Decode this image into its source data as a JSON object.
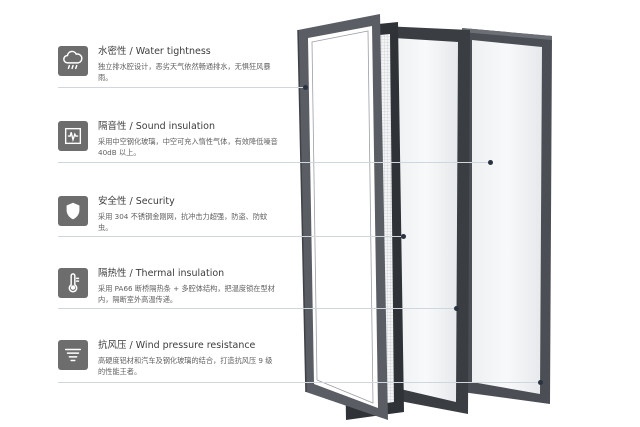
{
  "features": [
    {
      "key": "water",
      "title": "水密性 / Water tightness",
      "desc": "独立排水腔设计，恶劣天气依然畅通排水，无惧狂风暴雨。",
      "icon": "cloud-rain-icon"
    },
    {
      "key": "sound",
      "title": "隔音性 / Sound insulation",
      "desc": "采用中空钢化玻璃，中空可充入惰性气体，有效降低噪音 40dB 以上。",
      "icon": "sound-wave-icon"
    },
    {
      "key": "security",
      "title": "安全性 / Security",
      "desc": "采用 304 不锈钢金刚网，抗冲击力超强，防盗、防蚊虫。",
      "icon": "shield-icon"
    },
    {
      "key": "thermal",
      "title": "隔热性 / Thermal insulation",
      "desc": "采用 PA66 断桥隔热条 + 多腔体结构，把温度锁在型材内，隔断室外高温传递。",
      "icon": "thermometer-icon"
    },
    {
      "key": "wind",
      "title": "抗风压 / Wind pressure resistance",
      "desc": "高硬度铝材和汽车及钢化玻璃的结合，打造抗风压 9 级的性能王者。",
      "icon": "tornado-icon"
    }
  ],
  "colors": {
    "icon_bg": "#6d6d6d",
    "frame_dark": "#3a3d42",
    "frame_mid": "#5a5e64",
    "connector": "#cfd6de",
    "dot": "#2a3440"
  }
}
